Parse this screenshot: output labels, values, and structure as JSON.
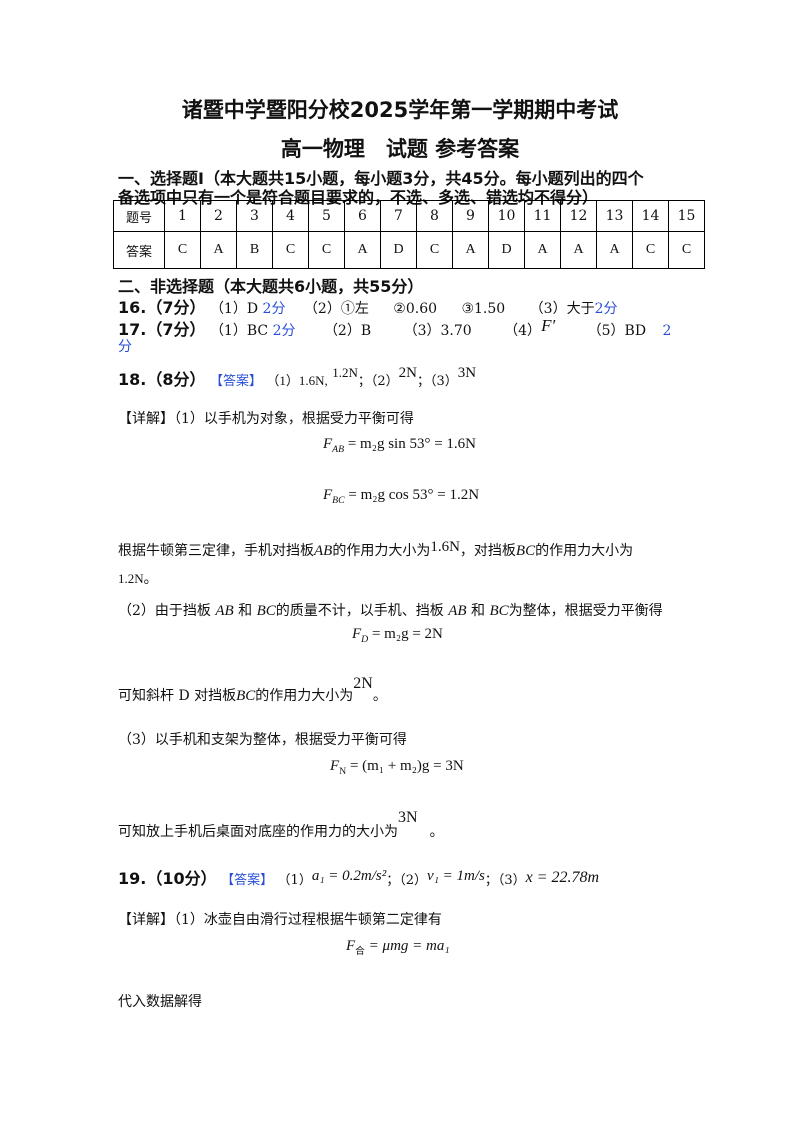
{
  "title": {
    "line1": "诸暨中学暨阳分校2025学年第一学期期中考试",
    "line2": "高一物理　试题 参考答案"
  },
  "section1": {
    "heading_line1": "一、选择题Ⅰ（本大题共15小题，每小题3分，共45分。每小题列出的四个",
    "heading_line2": "备选项中只有一个是符合题目要求的，不选、多选、错选均不得分）"
  },
  "table": {
    "row1_label": "题号",
    "row2_label": "答案",
    "numbers": [
      "1",
      "2",
      "3",
      "4",
      "5",
      "6",
      "7",
      "8",
      "9",
      "10",
      "11",
      "12",
      "13",
      "14",
      "15"
    ],
    "answers": [
      "C",
      "A",
      "B",
      "C",
      "C",
      "A",
      "D",
      "C",
      "A",
      "D",
      "A",
      "A",
      "A",
      "C",
      "C"
    ]
  },
  "section2": {
    "heading": "二、非选择题（本大题共6小题，共55分）"
  },
  "q16": {
    "num": "16.（7分）",
    "p1": "（1）D",
    "p1_score": "2分",
    "p2": "（2）①左",
    "p3": "②0.60",
    "p4": "③1.50",
    "p5": "（3）大于",
    "p5_score": "2分"
  },
  "q17": {
    "num": "17.（7分）",
    "p1": "（1）BC",
    "p1_score": "2分",
    "p2": "（2）B",
    "p3": "（3）3.70",
    "p4": "（4）",
    "p4_val": "F′",
    "p5": "（5）BD",
    "p5_score": "2",
    "p5_score_cont": "分"
  },
  "q18": {
    "num": "18.（8分）",
    "tag": "【答案】",
    "a1": "（1）1.6N,",
    "a1b": "1.2N",
    "sep1": "；（2）",
    "a2": "2N",
    "sep2": "；（3）",
    "a3": "3N",
    "detail_tag": "【详解】",
    "d1": "（1）以手机为对象，根据受力平衡可得",
    "eq1_l": "F",
    "eq1_sub": "AB",
    "eq1_r": " = m₂g sin 53° = 1.6N",
    "eq2_l": "F",
    "eq2_sub": "BC",
    "eq2_r": " = m₂g cos 53° = 1.2N",
    "d2_a": "根据牛顿第三定律，手机对挡板",
    "d2_ab": "AB",
    "d2_b": "的作用力大小为",
    "d2_v1": "1.6N",
    "d2_c": "，对挡板",
    "d2_bc": "BC",
    "d2_d": "的作用力大小为",
    "d2_v2": "1.2N",
    "d2_end": "。",
    "d3_a": "（2）由于挡板",
    "d3_ab": "AB",
    "d3_b": "和",
    "d3_bc": "BC",
    "d3_c": "的质量不计，以手机、挡板",
    "d3_ab2": "AB",
    "d3_d": "和",
    "d3_bc2": "BC",
    "d3_e": "为整体，根据受力平衡得",
    "eq3_l": "F",
    "eq3_sub": "D",
    "eq3_r": " = m₂g = 2N",
    "d4_a": "可知斜杆 D 对挡板",
    "d4_bc": "BC",
    "d4_b": "的作用力大小为",
    "d4_v": "2N",
    "d4_end": "。",
    "d5": "（3）以手机和支架为整体，根据受力平衡可得",
    "eq4_l": "F",
    "eq4_sub": "N",
    "eq4_r": " = (m₁ + m₂)g = 3N",
    "d6_a": "可知放上手机后桌面对底座的作用力的大小为",
    "d6_v": "3N",
    "d6_end": "。"
  },
  "q19": {
    "num": "19.（10分）",
    "tag": "【答案】",
    "a1_pre": "（1）",
    "a1": "a₁ = 0.2m/s²",
    "sep1": "；（2）",
    "a2": "v₁ = 1m/s",
    "sep2": "；（3）",
    "a3": "x = 22.78m",
    "detail_tag": "【详解】",
    "d1": "（1）冰壶自由滑行过程根据牛顿第二定律有",
    "eq1_l": "F",
    "eq1_sub": "合",
    "eq1_r": " = μmg = ma₁",
    "d2": "代入数据解得"
  }
}
